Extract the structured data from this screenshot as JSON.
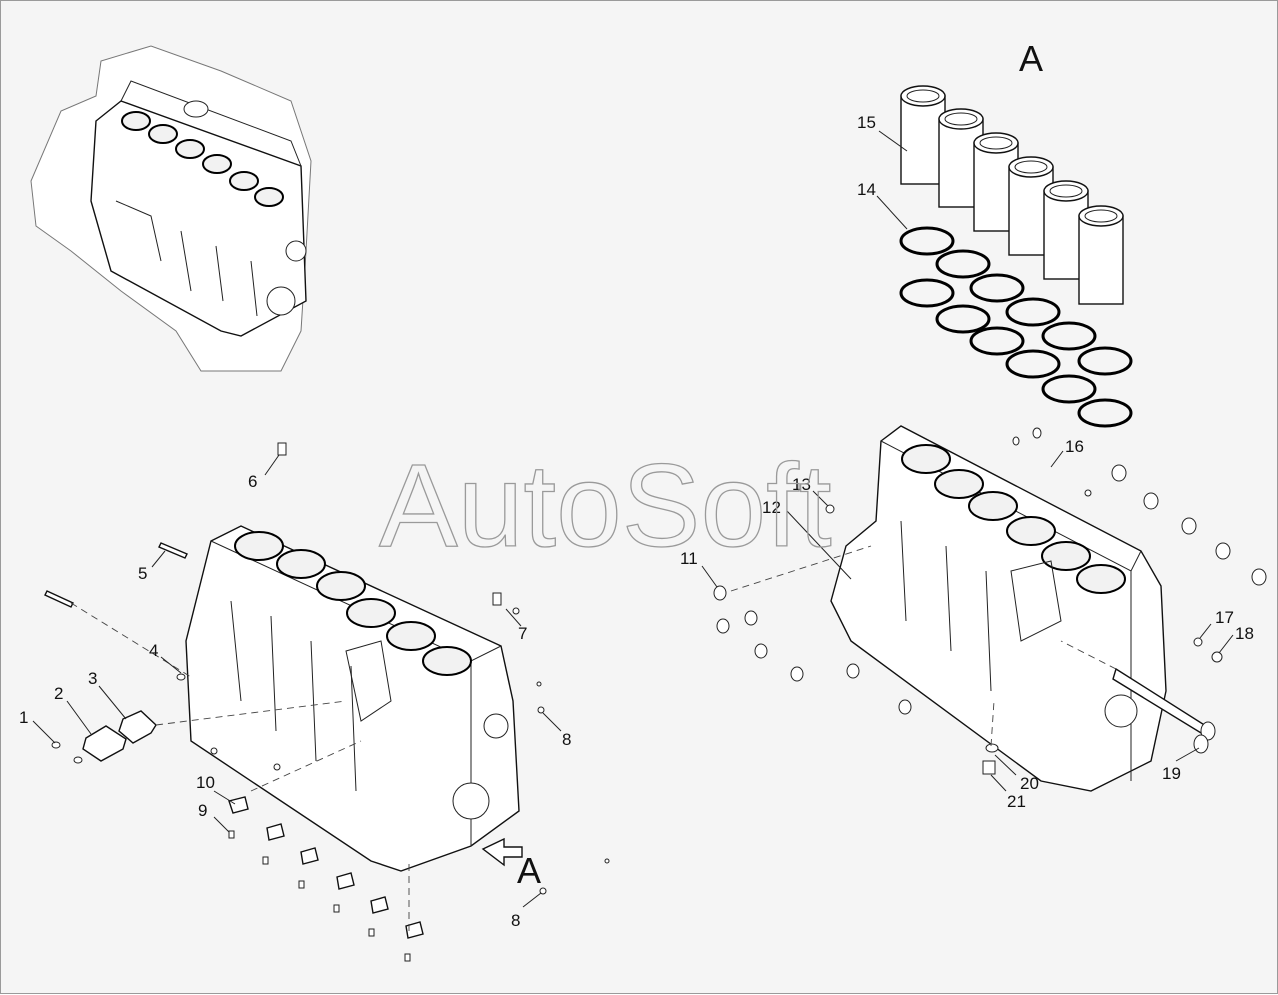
{
  "watermark": "AutoSoft",
  "views": {
    "view_a_label_top": "A",
    "view_a_label_bottom": "A"
  },
  "callouts": [
    "1",
    "2",
    "3",
    "4",
    "5",
    "6",
    "7",
    "8",
    "8",
    "9",
    "10",
    "11",
    "12",
    "13",
    "14",
    "15",
    "16",
    "17",
    "18",
    "19",
    "20",
    "21"
  ],
  "colors": {
    "line": "#111111",
    "background": "#f5f5f5",
    "watermark": "#9a9a9a"
  }
}
